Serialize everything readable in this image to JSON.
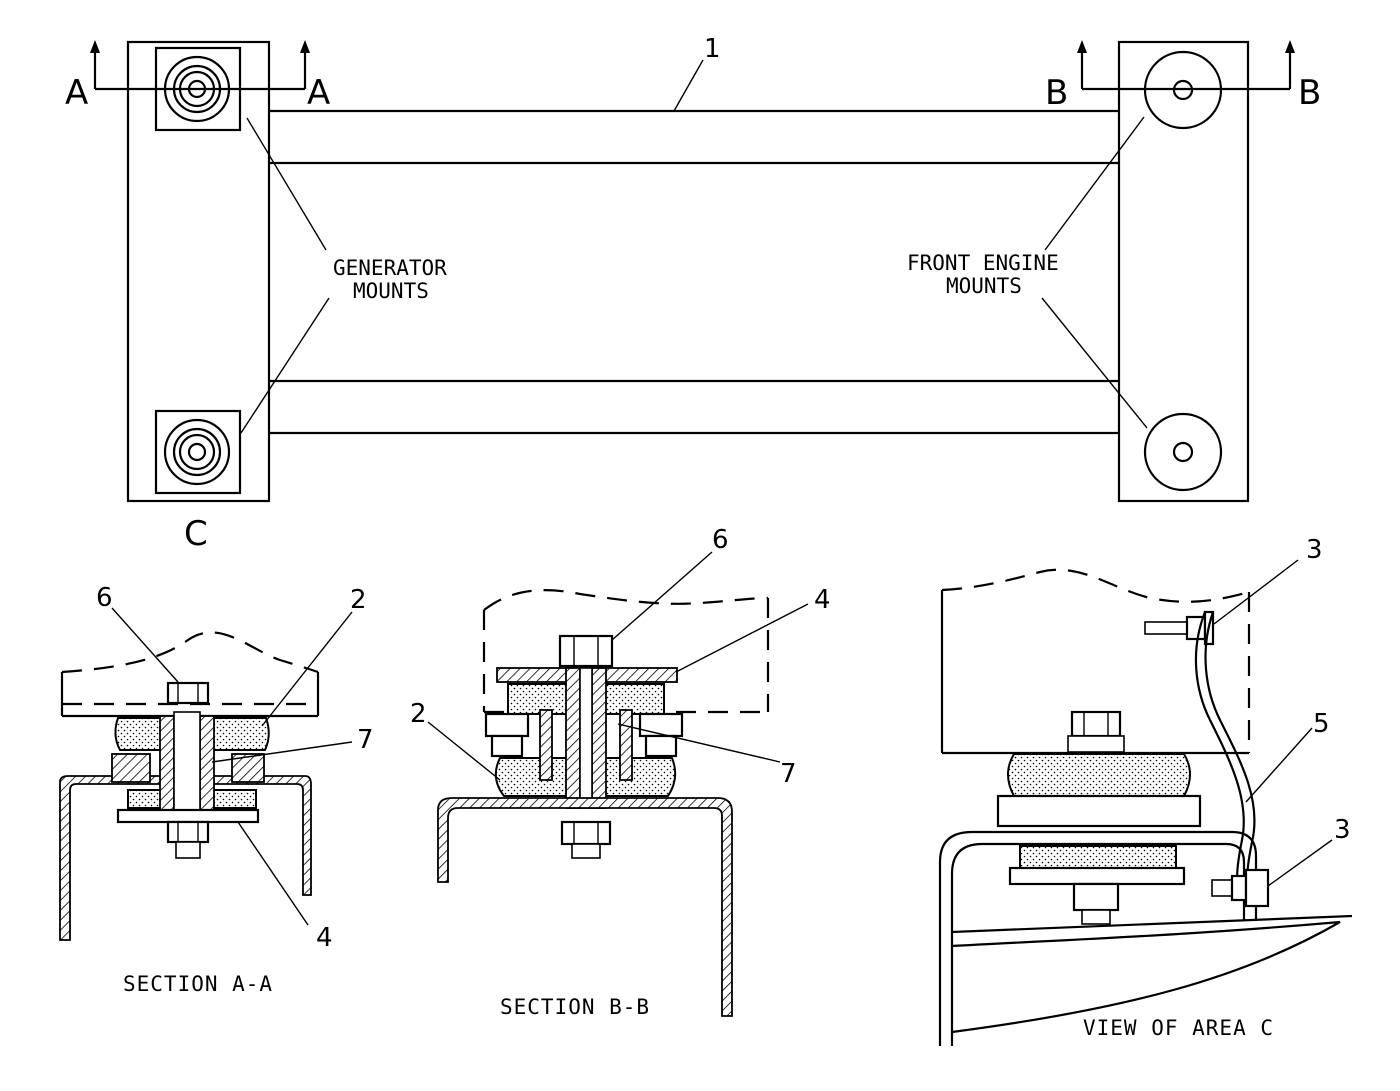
{
  "labels": {
    "generator_mounts_line1": "GENERATOR",
    "generator_mounts_line2": "MOUNTS",
    "front_engine_mounts_line1": "FRONT ENGINE",
    "front_engine_mounts_line2": "MOUNTS",
    "area_c": "C"
  },
  "section_markers": {
    "a_left": "A",
    "a_right": "A",
    "b_left": "B",
    "b_right": "B"
  },
  "callouts": {
    "top_1": "1",
    "sa_6": "6",
    "sa_2": "2",
    "sa_7": "7",
    "sa_4": "4",
    "sb_6": "6",
    "sb_4": "4",
    "sb_2": "2",
    "sb_7": "7",
    "vc_3_top": "3",
    "vc_5": "5",
    "vc_3_bottom": "3"
  },
  "captions": {
    "section_a": "SECTION A-A",
    "section_b": "SECTION B-B",
    "view_c": "VIEW OF AREA C"
  }
}
